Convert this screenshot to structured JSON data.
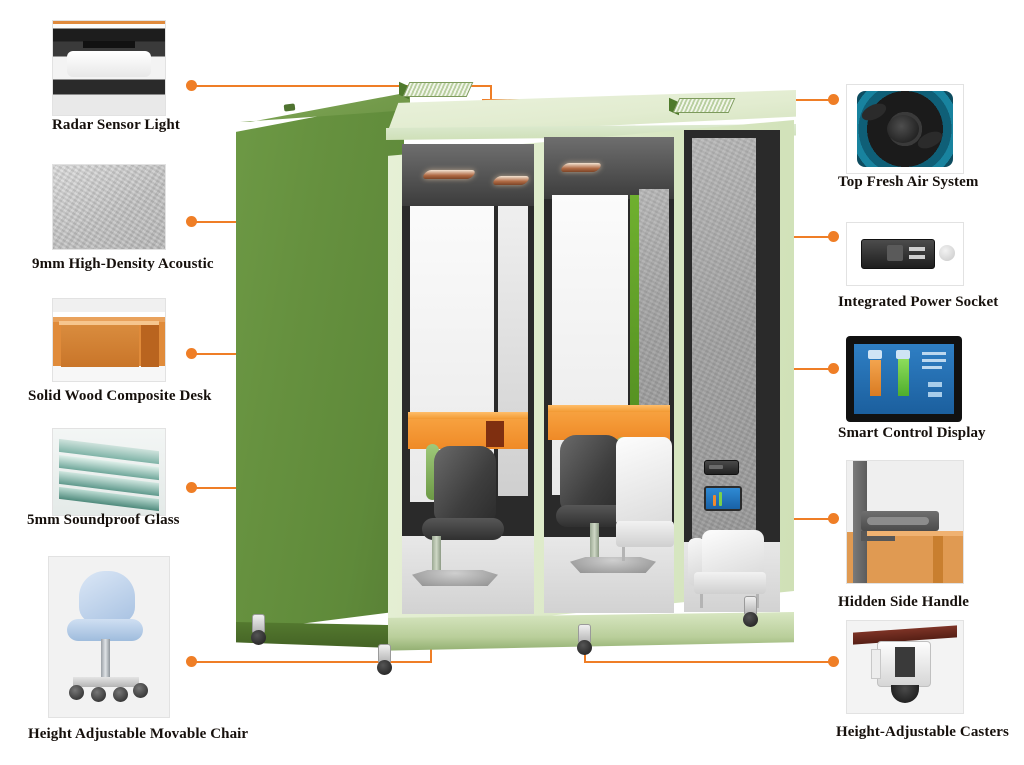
{
  "diagram": {
    "title": "Office Pod Feature Callouts",
    "accent_color": "#ef7e26",
    "body_color": "#5f8a3a",
    "trim_color": "#dcead0"
  },
  "callouts_left": [
    {
      "id": "radar-sensor-light",
      "label": "Radar Sensor Light",
      "thumb": "ceiling-light-photo"
    },
    {
      "id": "acoustic-panel",
      "label": "9mm High-Density Acoustic",
      "thumb": "acoustic-felt-swatch"
    },
    {
      "id": "composite-desk",
      "label": "Solid Wood Composite Desk",
      "thumb": "orange-desk-photo"
    },
    {
      "id": "soundproof-glass",
      "label": "5mm Soundproof Glass",
      "thumb": "laminated-glass-stack-photo"
    },
    {
      "id": "movable-chair",
      "label": "Height Adjustable Movable Chair",
      "thumb": "blue-office-chair-photo"
    }
  ],
  "callouts_right": [
    {
      "id": "fresh-air-system",
      "label": "Top Fresh Air System",
      "thumb": "cooling-fan-photo"
    },
    {
      "id": "power-socket",
      "label": "Integrated Power Socket",
      "thumb": "power-socket-photo"
    },
    {
      "id": "smart-control-display",
      "label": "Smart Control Display",
      "thumb": "smart-panel-photo"
    },
    {
      "id": "hidden-side-handle",
      "label": "Hidden Side Handle",
      "thumb": "recessed-handle-photo"
    },
    {
      "id": "adjustable-casters",
      "label": "Height-Adjustable Casters",
      "thumb": "caster-wheel-photo"
    }
  ],
  "pod": {
    "name": "soundproof-office-pod",
    "sections": [
      "left-booth",
      "center-booth",
      "right-lounge"
    ],
    "roof_vents": 2,
    "casters": 4,
    "chairs": 2,
    "sofas": 1
  }
}
